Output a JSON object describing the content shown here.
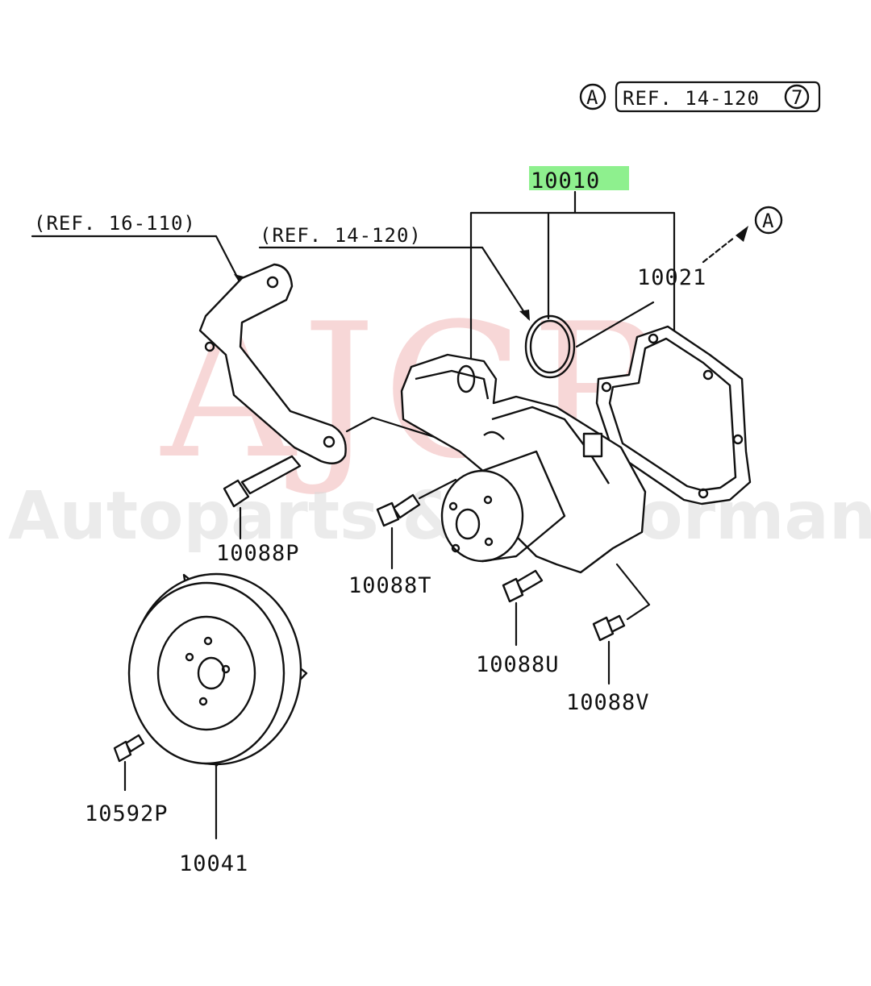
{
  "header_ref": {
    "circle_letter": "A",
    "text": "REF. 14-120",
    "circle_num": "7"
  },
  "callouts": {
    "ref_16_110": "(REF. 16-110)",
    "ref_14_120": "(REF. 14-120)",
    "part_10010": "10010",
    "part_10021": "10021",
    "marker_a": "A",
    "part_10088p": "10088P",
    "part_10088t": "10088T",
    "part_10088u": "10088U",
    "part_10088v": "10088V",
    "part_10041": "10041",
    "part_10592p": "10592P"
  },
  "highlight_color": "#8ef08e",
  "watermark": {
    "logo": "AJCR",
    "tagline": "Autoparts & Performance"
  }
}
